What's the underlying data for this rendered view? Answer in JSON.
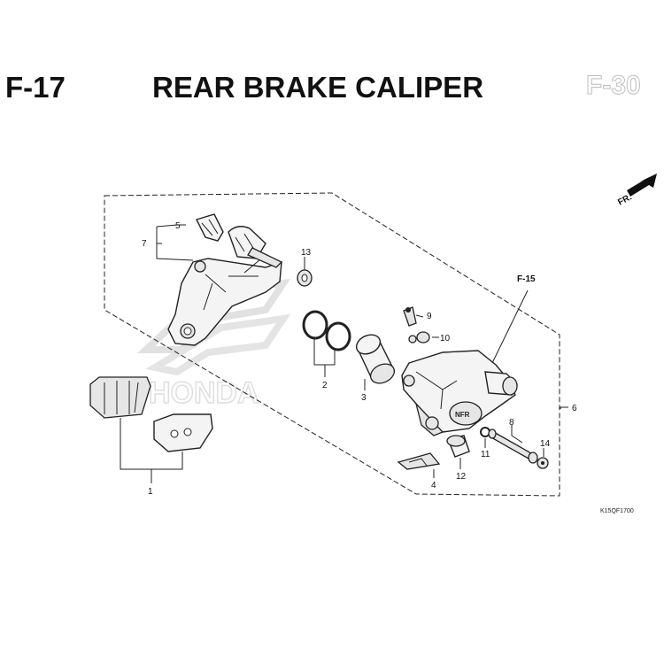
{
  "header": {
    "figure_code": "F-17",
    "title": "REAR BRAKE CALIPER",
    "cross_ref": "F-30"
  },
  "diagram": {
    "drawing_code": "K15QF1700",
    "direction_label": "FR.",
    "section_ref": "F-15",
    "watermark": "HONDA",
    "caliper_marking": "NFR",
    "part_labels": [
      "1",
      "2",
      "3",
      "4",
      "5",
      "6",
      "7",
      "8",
      "9",
      "10",
      "11",
      "12",
      "13",
      "14"
    ]
  }
}
